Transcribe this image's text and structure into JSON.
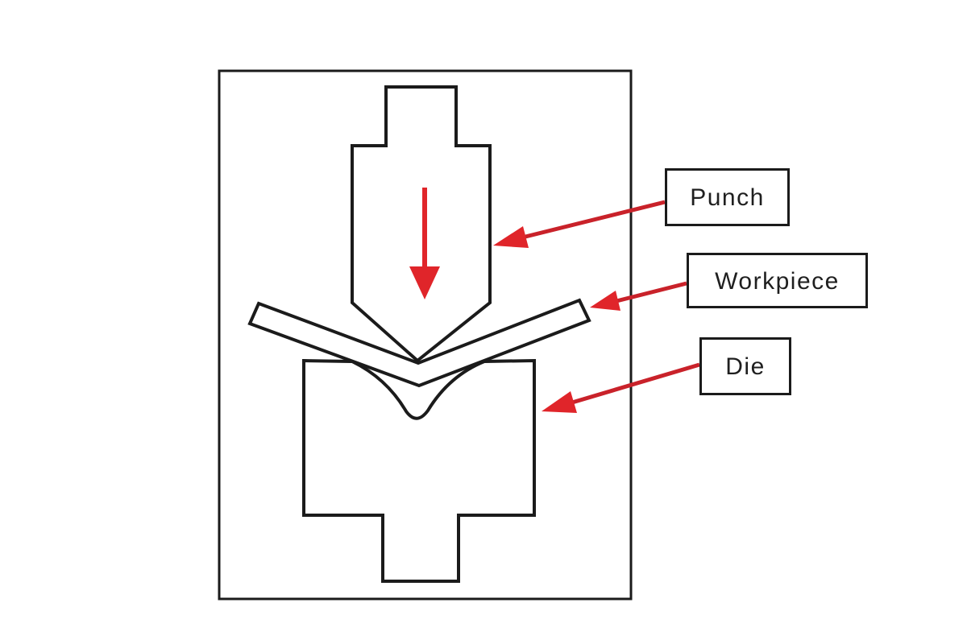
{
  "labels": {
    "punch": "Punch",
    "workpiece": "Workpiece",
    "die": "Die"
  },
  "icons": {
    "force_arrow": "down-arrow",
    "leader_arrows": "left-pointing-arrow"
  },
  "colors": {
    "line": "#1b1b1b",
    "arrow_line": "#c9222a",
    "arrow_fill": "#e0252a",
    "background": "#ffffff"
  }
}
